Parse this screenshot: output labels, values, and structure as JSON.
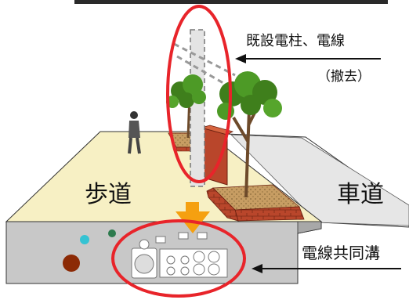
{
  "labels": {
    "pole": "既設電柱、電線",
    "removed": "（撤去）",
    "sidewalk": "歩道",
    "road": "車道",
    "conduit": "電線共同溝"
  },
  "colors": {
    "highlight_ring": "#e8242a",
    "down_arrow": "#f5a010",
    "sidewalk_surface": "#f7f0c4",
    "curb_brick": "#b9462b",
    "underground_box": "#c8c8c8",
    "tree_foliage": "#3f7f1c",
    "cyan_dot": "#35c3d3",
    "green_dot": "#2c7a4d",
    "brown_pipe": "#8c2a05"
  },
  "icons": [
    "utility-pole-icon",
    "tree-icon",
    "pedestrian-icon",
    "arrow-left-icon",
    "arrow-down-icon",
    "conduit-pipe-icon"
  ]
}
